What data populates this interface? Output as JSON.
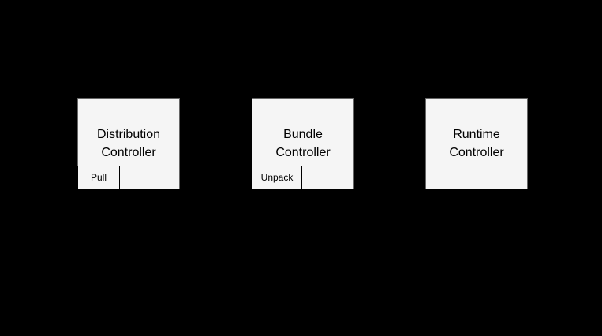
{
  "canvas": {
    "background": "#000000"
  },
  "colors": {
    "background": "#000000",
    "node_fill": "#f5f5f5",
    "node_border": "#666666",
    "badge_border": "#000000",
    "text": "#000000"
  },
  "nodes": [
    {
      "label": "Distribution\nController",
      "badge": "Pull"
    },
    {
      "label": "Bundle\nController",
      "badge": "Unpack"
    },
    {
      "label": "Runtime\nController",
      "badge": null
    }
  ]
}
